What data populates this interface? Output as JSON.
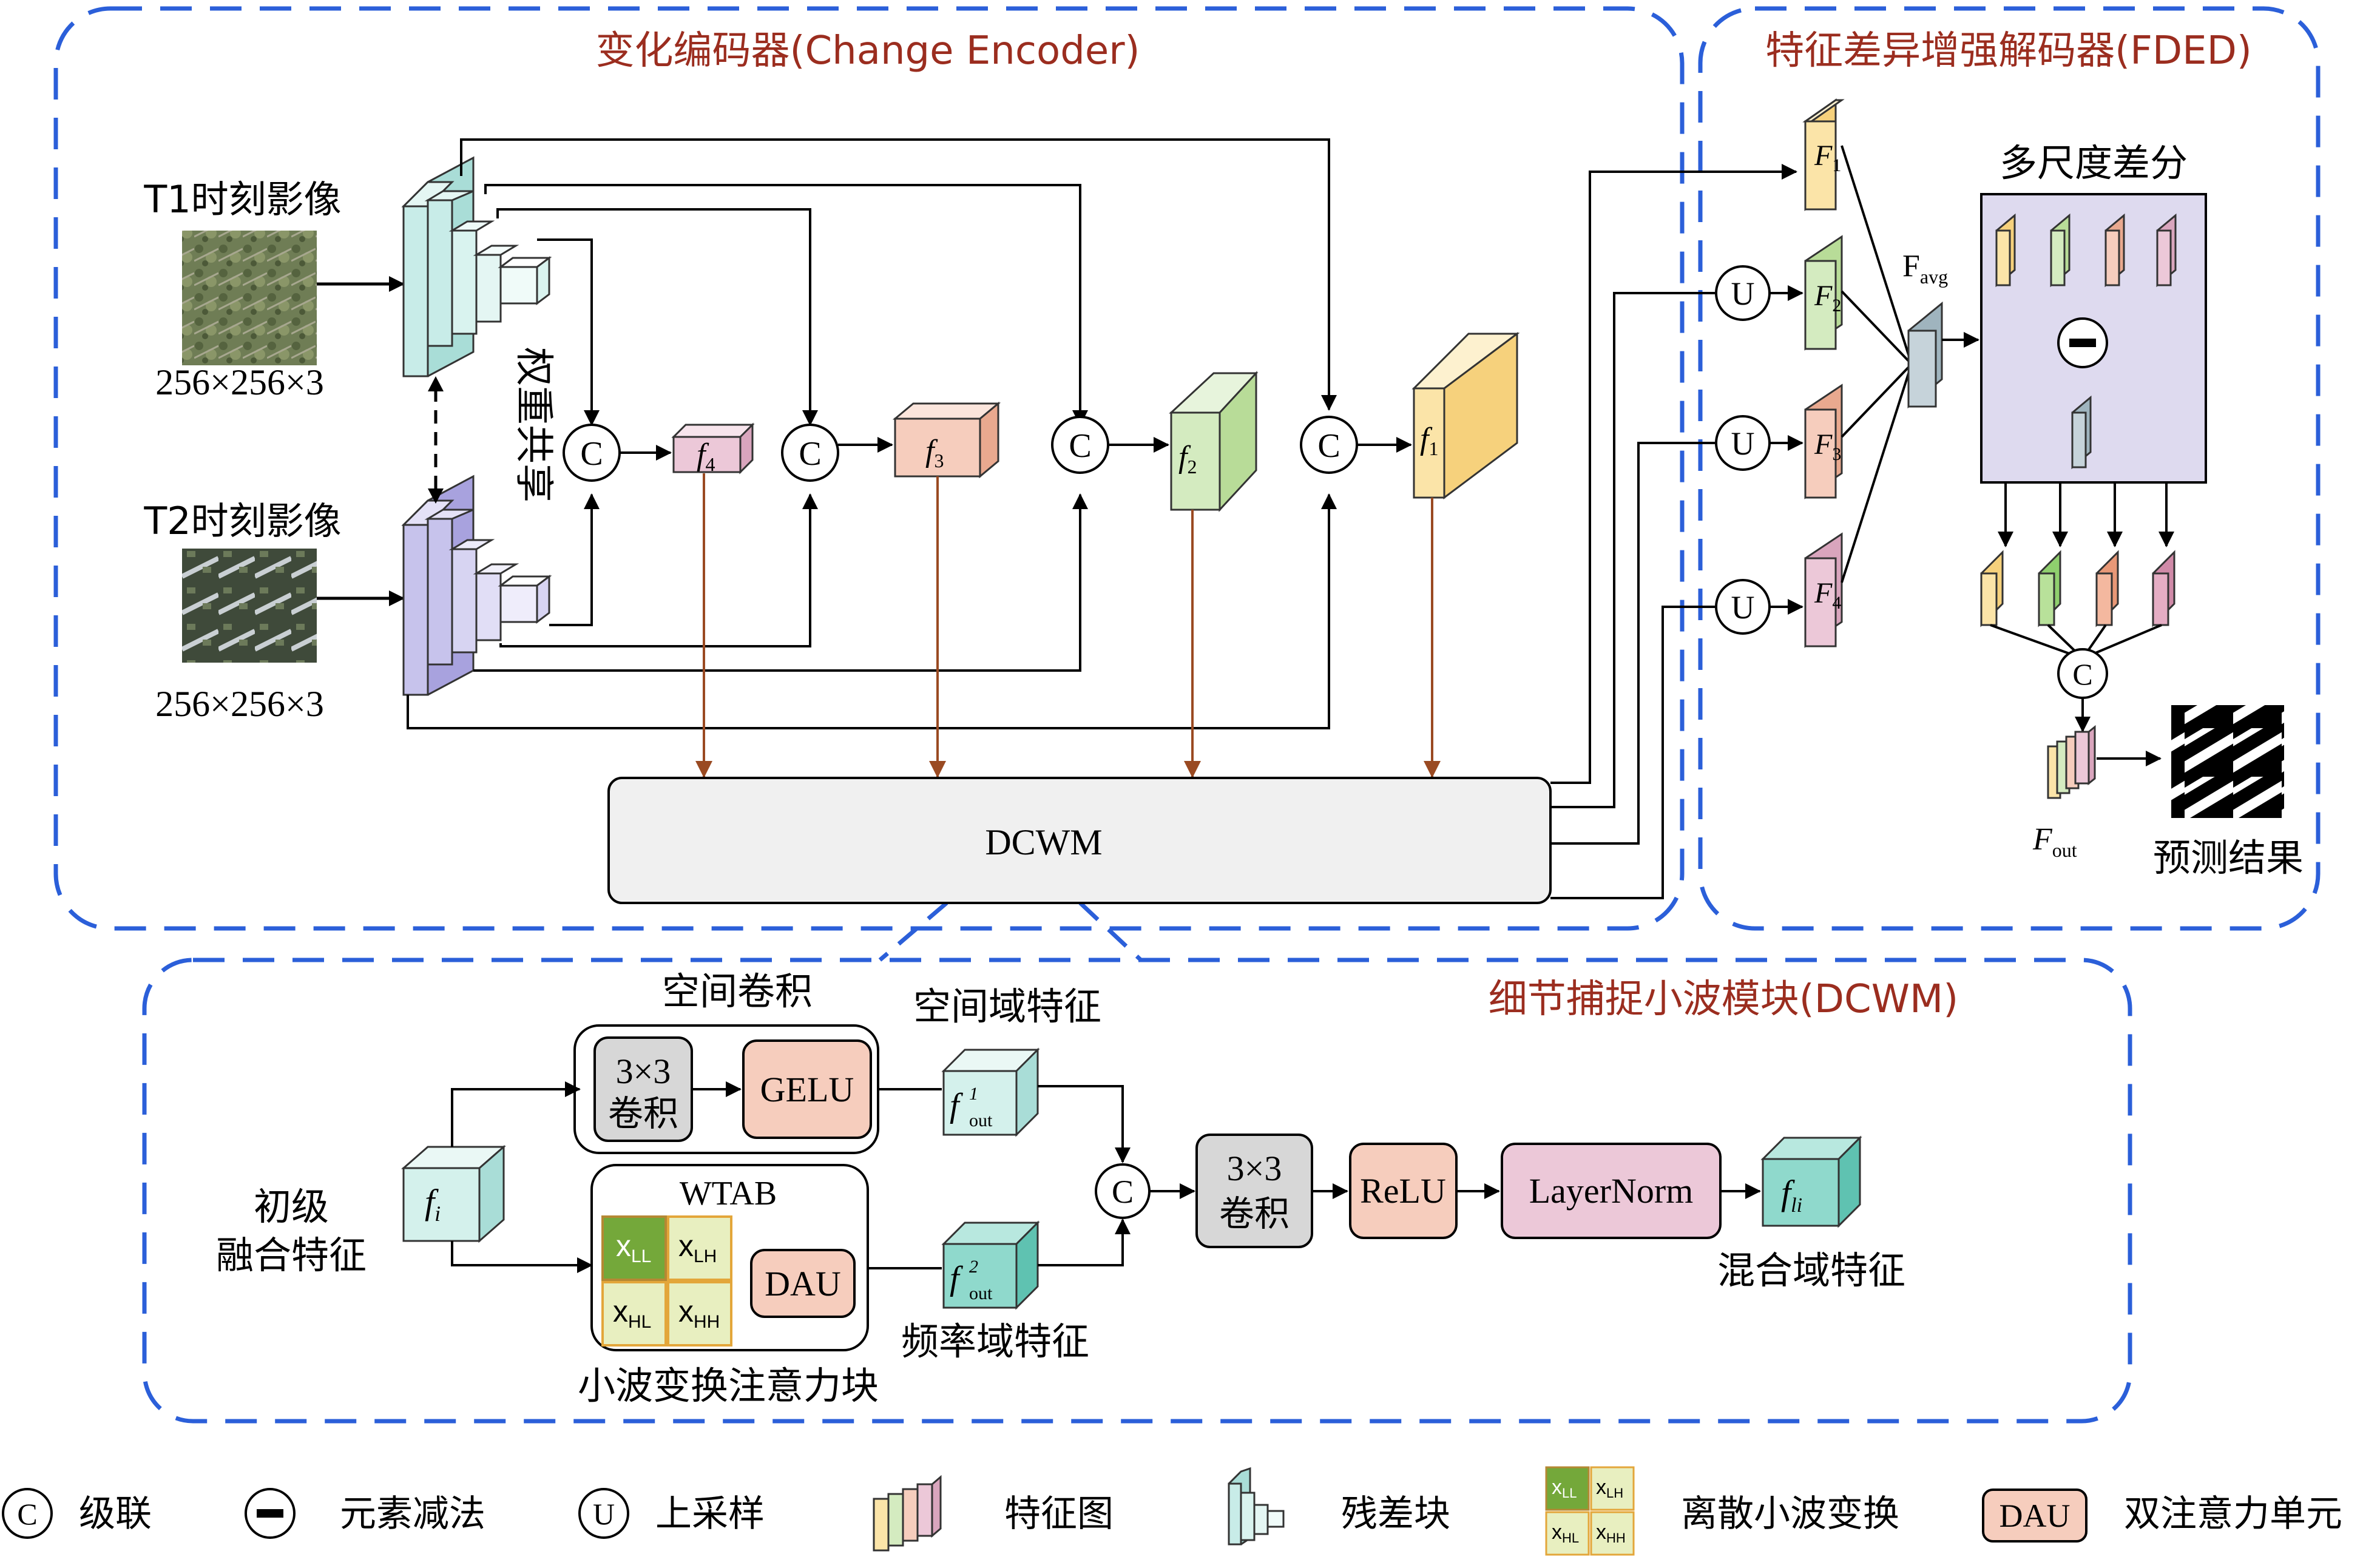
{
  "encoder": {
    "title": "变化编码器(Change Encoder)",
    "t1_label": "T1时刻影像",
    "t2_label": "T2时刻影像",
    "t1_size": "256×256×3",
    "t2_size": "256×256×3",
    "weight_share": "权重共享",
    "concat_symbol": "C",
    "f4": "f",
    "f4_sub": "4",
    "f3": "f",
    "f3_sub": "3",
    "f2": "f",
    "f2_sub": "2",
    "f1": "f",
    "f1_sub": "1",
    "dcwm_label": "DCWM"
  },
  "decoder": {
    "title": "特征差异增强解码器(FDED)",
    "upsample_symbol": "U",
    "F1": "F",
    "F1_sub": "1",
    "F2": "F",
    "F2_sub": "2",
    "F3": "F",
    "F3_sub": "3",
    "F4": "F",
    "F4_sub": "4",
    "favg": "F",
    "favg_sub": "avg",
    "multiscale_diff": "多尺度差分",
    "fout": "F",
    "fout_sub": "out",
    "prediction": "预测结果"
  },
  "dcwm": {
    "title": "细节捕捉小波模块(DCWM)",
    "spatial_conv": "空间卷积",
    "conv3x3_a": "3×3",
    "conv3x3_b": "卷积",
    "gelu": "GELU",
    "spatial_feature": "空间域特征",
    "fout1_main": "f",
    "fout1_sup": "1",
    "fout1_sub": "out",
    "initial_fusion_1": "初级",
    "initial_fusion_2": "融合特征",
    "fi_main": "f",
    "fi_sub": "i",
    "wtab": "WTAB",
    "xll": "x",
    "xll_sub": "LL",
    "xlh": "x",
    "xlh_sub": "LH",
    "xhl": "x",
    "xhl_sub": "HL",
    "xhh": "x",
    "xhh_sub": "HH",
    "dau": "DAU",
    "wtab_caption": "小波变换注意力块",
    "fout2_main": "f",
    "fout2_sup": "2",
    "fout2_sub": "out",
    "freq_feature": "频率域特征",
    "concat_symbol": "C",
    "conv2_a": "3×3",
    "conv2_b": "卷积",
    "relu": "ReLU",
    "layernorm": "LayerNorm",
    "fli_main": "f",
    "fli_sub": "li",
    "hybrid_feature": "混合域特征"
  },
  "legend": {
    "concat_symbol": "C",
    "concat": "级联",
    "subtract": "元素减法",
    "upsample_symbol": "U",
    "upsample": "上采样",
    "feature_map": "特征图",
    "residual_block": "残差块",
    "dwt": "离散小波变换",
    "dau_box": "DAU",
    "dau": "双注意力单元",
    "xll": "x",
    "xll_sub": "LL",
    "xlh": "x",
    "xlh_sub": "LH",
    "xhl": "x",
    "xhl_sub": "HL",
    "xhh": "x",
    "xhh_sub": "HH"
  },
  "colors": {
    "frame_blue": "#2b5fd9",
    "title_red": "#9b2d1f",
    "arrow_brown": "#9a4a22",
    "cyan": "#c8ece8",
    "lavender": "#c7c3ec",
    "pink": "#ecc8d8",
    "salmon": "#f6cdbd",
    "green": "#d4ebc0",
    "yellow": "#fbe4a8",
    "panel": "#dedaef",
    "grey": "#d7d7d7",
    "dwt_green": "#74a83a",
    "dwt_light": "#e8efc0"
  }
}
